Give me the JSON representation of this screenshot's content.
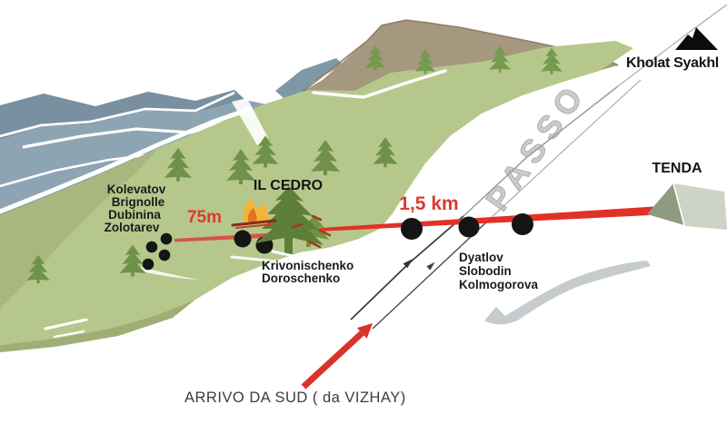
{
  "scene": {
    "mountain_label": "Kholat Syakhl",
    "pass_label": "PASSO",
    "tent_label": "TENDA",
    "cedar_label": "IL CEDRO",
    "distance_cedar": "75m",
    "distance_tent": "1,5 km",
    "arrival_label": "ARRIVO DA SUD ( da VIZHAY)"
  },
  "groups": {
    "ravine_four": {
      "dot_count": 4,
      "names": [
        "Kolevatov",
        "Brignolle",
        "Dubinina",
        "Zolotarev"
      ]
    },
    "cedar_two": {
      "dot_count": 2,
      "names": [
        "Krivonischenko",
        "Doroschenko"
      ]
    },
    "slope_three": {
      "dot_count": 3,
      "names": [
        "Dyatlov",
        "Slobodin",
        "Kolmogorova"
      ]
    }
  },
  "colors": {
    "accent_red": "#e23127",
    "thin_red": "#d4544b",
    "hill_green": "#b6c78c",
    "hill_green_dark": "#a9b77e",
    "hill_green_deep": "#9fae73",
    "mountain_blue_dark": "#78909f",
    "mountain_blue": "#8da5b2",
    "mountain_teal": "#7e9aaa",
    "mountain_brown": "#a6977f",
    "tree_green": "#6f9149",
    "cedar_green": "#5d7f37",
    "flame_yellow": "#f4b43a",
    "flame_orange": "#e4731f",
    "pass_gray": "#cbcbcb",
    "dot_black": "#151515",
    "tent_dark": "#8d9c80",
    "tent_light": "#cdd3c5"
  }
}
